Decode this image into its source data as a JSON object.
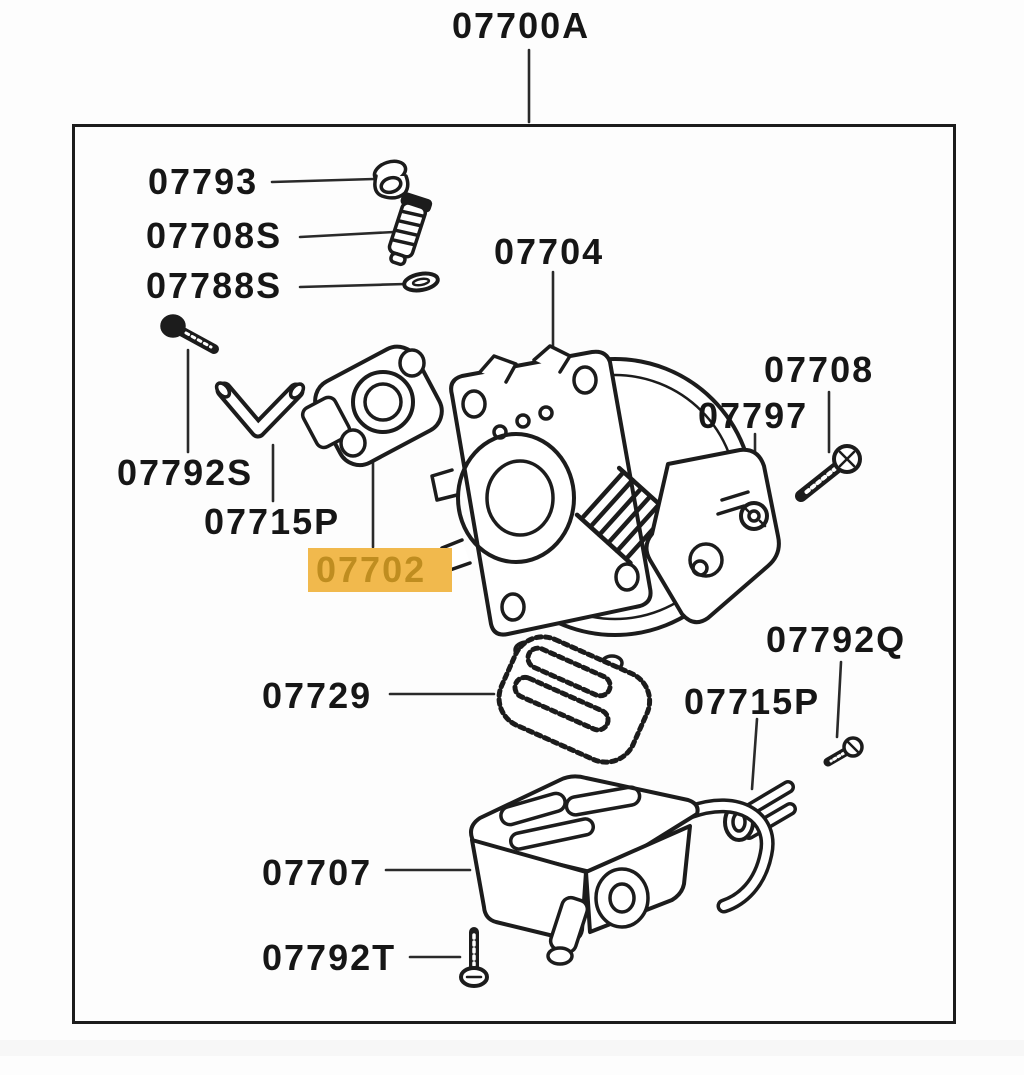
{
  "diagram_type": "exploded-parts-diagram",
  "colors": {
    "line": "#1c1c1c",
    "background": "#fdfdfd",
    "highlight_bg": "#f1b94d",
    "highlight_text": "#bf8d20"
  },
  "labels": {
    "l07700a": {
      "text": "07700A"
    },
    "l07793": {
      "text": "07793"
    },
    "l07708s": {
      "text": "07708S"
    },
    "l07788s": {
      "text": "07788S"
    },
    "l07704": {
      "text": "07704"
    },
    "l07708": {
      "text": "07708"
    },
    "l07797": {
      "text": "07797"
    },
    "l07792s": {
      "text": "07792S"
    },
    "l07715p_left": {
      "text": "07715P"
    },
    "l07702": {
      "text": "07702",
      "highlighted": true
    },
    "l07729": {
      "text": "07729"
    },
    "l07792q": {
      "text": "07792Q"
    },
    "l07715p_right": {
      "text": "07715P"
    },
    "l07707": {
      "text": "07707"
    },
    "l07792t": {
      "text": "07792T"
    }
  }
}
